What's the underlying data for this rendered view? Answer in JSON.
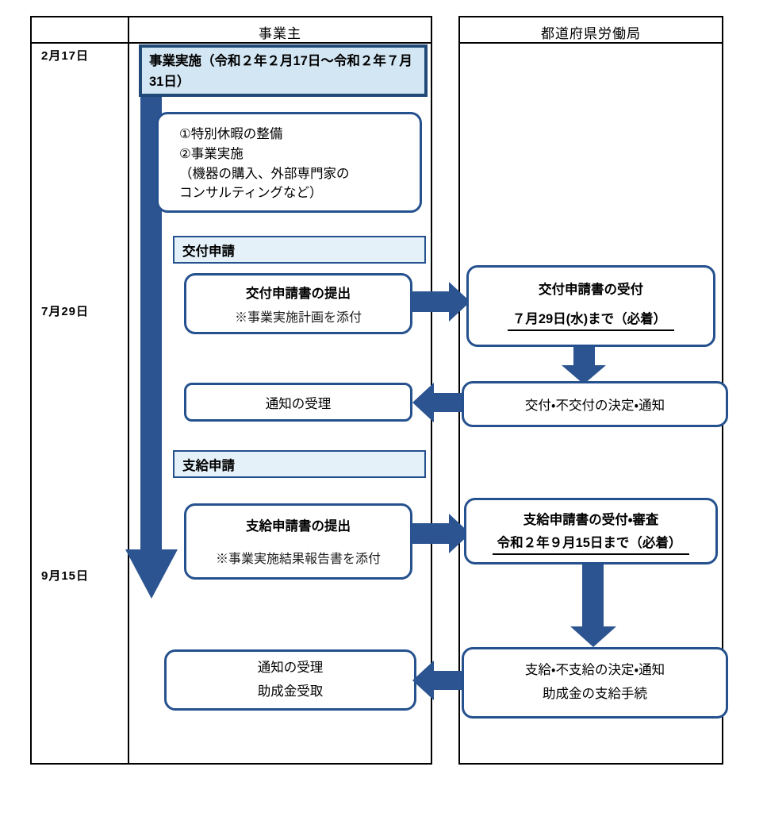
{
  "colors": {
    "table_line": "#000000",
    "box_border": "#25518e",
    "impl_border": "#1f4977",
    "arrow": "#2b5491",
    "impl_fill": "#d3e6f3",
    "section_fill": "#e4f1f8"
  },
  "header": {
    "business_lane": "事業主",
    "bureau_lane": "都道府県労働局"
  },
  "timeline": {
    "date_start": "2月17日",
    "date_koufu_deadline": "7月29日",
    "date_shikyu_deadline": "9月15日"
  },
  "business_lane": {
    "implementation_box": "事業実施（令和２年２月17日～令和２年７月31日）",
    "detail_box_lines": {
      "0": "①特別休暇の整備",
      "1": "②事業実施",
      "2": "（機器の購入、外部専門家の",
      "3": "コンサルティングなど）"
    },
    "koufu_section_label": "交付申請",
    "koufu_submit_title": "交付申請書の提出",
    "koufu_submit_note": "※事業実施計画を添付",
    "koufu_notice_receipt": "通知の受理",
    "shikyu_section_label": "支給申請",
    "shikyu_submit_title": "支給申請書の提出",
    "shikyu_submit_note": "※事業実施結果報告書を添付",
    "final_notice_line1": "通知の受理",
    "final_notice_line2": "助成金受取"
  },
  "bureau_lane": {
    "koufu_accept_title": "交付申請書の受付",
    "koufu_accept_deadline": "７月29日(水)まで（必着）",
    "koufu_decision": "交付・不交付の決定・通知",
    "shikyu_accept_title": "支給申請書の受付・審査",
    "shikyu_accept_deadline": "令和２年９月15日まで（必着）",
    "shikyu_decision_line1": "支給・不支給の決定・通知",
    "shikyu_decision_line2": "助成金の支給手続"
  }
}
